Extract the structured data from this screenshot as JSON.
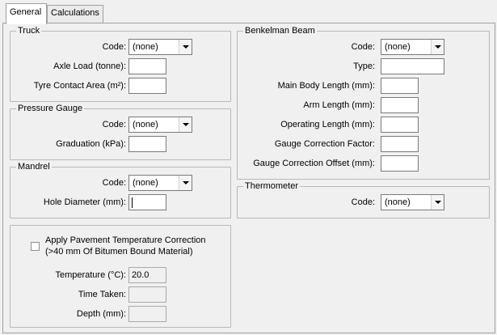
{
  "tabs": [
    {
      "label": "General",
      "active": true
    },
    {
      "label": "Calculations",
      "active": false
    }
  ],
  "truck": {
    "legend": "Truck",
    "code_label": "Code:",
    "code_value": "(none)",
    "axle_load_label": "Axle Load (tonne):",
    "axle_load_value": "",
    "tyre_area_label": "Tyre Contact Area (m²):",
    "tyre_area_value": ""
  },
  "pressure_gauge": {
    "legend": "Pressure Gauge",
    "code_label": "Code:",
    "code_value": "(none)",
    "graduation_label": "Graduation (kPa):",
    "graduation_value": ""
  },
  "mandrel": {
    "legend": "Mandrel",
    "code_label": "Code:",
    "code_value": "(none)",
    "hole_diameter_label": "Hole Diameter (mm):",
    "hole_diameter_value": ""
  },
  "pavement": {
    "checkbox_line1": "Apply Pavement Temperature Correction",
    "checkbox_line2": "(>40 mm Of Bitumen Bound Material)",
    "checked": false,
    "temperature_label": "Temperature (°C):",
    "temperature_value": "20.0",
    "time_taken_label": "Time Taken:",
    "time_taken_value": "",
    "depth_label": "Depth (mm):",
    "depth_value": ""
  },
  "benkelman": {
    "legend": "Benkelman Beam",
    "code_label": "Code:",
    "code_value": "(none)",
    "type_label": "Type:",
    "type_value": "",
    "main_body_label": "Main Body Length (mm):",
    "main_body_value": "",
    "arm_length_label": "Arm Length (mm):",
    "arm_length_value": "",
    "operating_length_label": "Operating Length (mm):",
    "operating_length_value": "",
    "correction_factor_label": "Gauge Correction Factor:",
    "correction_factor_value": "",
    "correction_offset_label": "Gauge Correction Offset (mm):",
    "correction_offset_value": ""
  },
  "thermometer": {
    "legend": "Thermometer",
    "code_label": "Code:",
    "code_value": "(none)"
  }
}
